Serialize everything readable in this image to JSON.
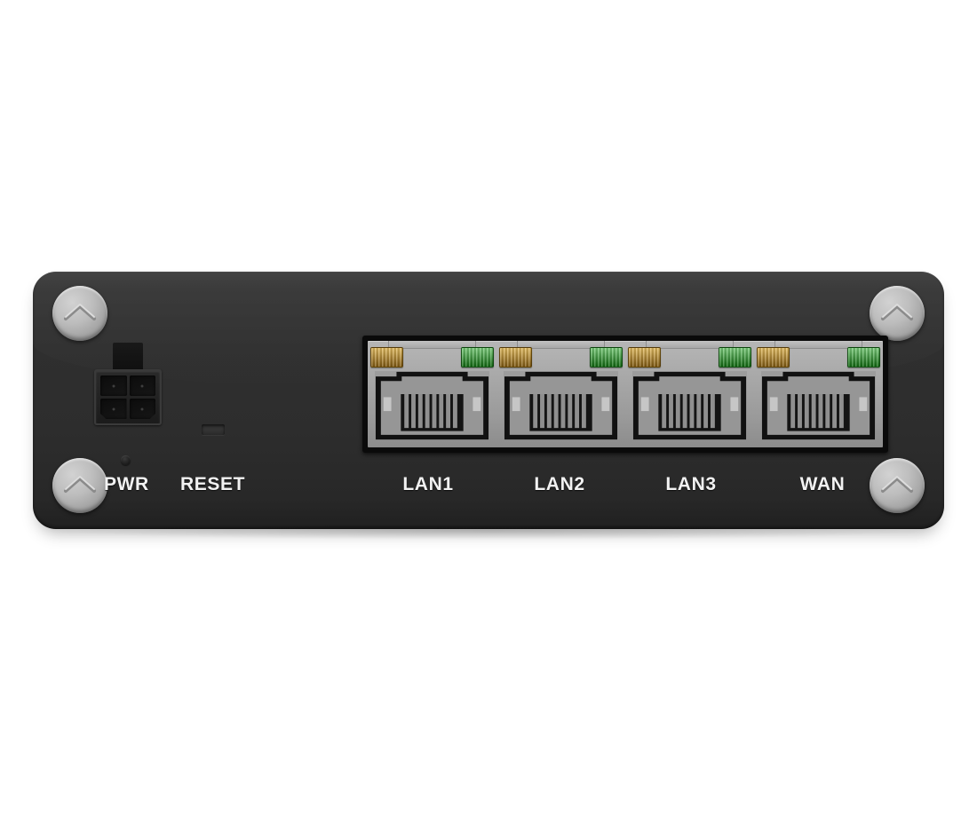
{
  "device": {
    "type": "industrial-router-front-panel",
    "chassis_color": "#2d2d2d",
    "background_color": "#ffffff"
  },
  "labels": {
    "pwr": "PWR",
    "reset": "RESET"
  },
  "icons": {
    "screw": "screw-chevron-icon",
    "power_connector": "power-connector-4pin-icon",
    "pwr_led": "power-led-icon",
    "reset_slot": "reset-slot-icon"
  },
  "screws": [
    {
      "position": "top-left"
    },
    {
      "position": "top-right"
    },
    {
      "position": "bottom-left"
    },
    {
      "position": "bottom-right"
    }
  ],
  "ports": [
    {
      "label": "LAN1",
      "led_left_color": "#d39a18",
      "led_right_color": "#2fa82f"
    },
    {
      "label": "LAN2",
      "led_left_color": "#d39a18",
      "led_right_color": "#2fa82f"
    },
    {
      "label": "LAN3",
      "led_left_color": "#d39a18",
      "led_right_color": "#2fa82f"
    },
    {
      "label": "WAN",
      "led_left_color": "#d39a18",
      "led_right_color": "#2fa82f"
    }
  ],
  "colors": {
    "port_housing": "#a6a6a6",
    "port_block_frame": "#0a0a0a",
    "screw_metal": "#bdbdbd",
    "label_text": "#f2f2f2",
    "led_amber": "#d39a18",
    "led_green": "#2fa82f"
  }
}
